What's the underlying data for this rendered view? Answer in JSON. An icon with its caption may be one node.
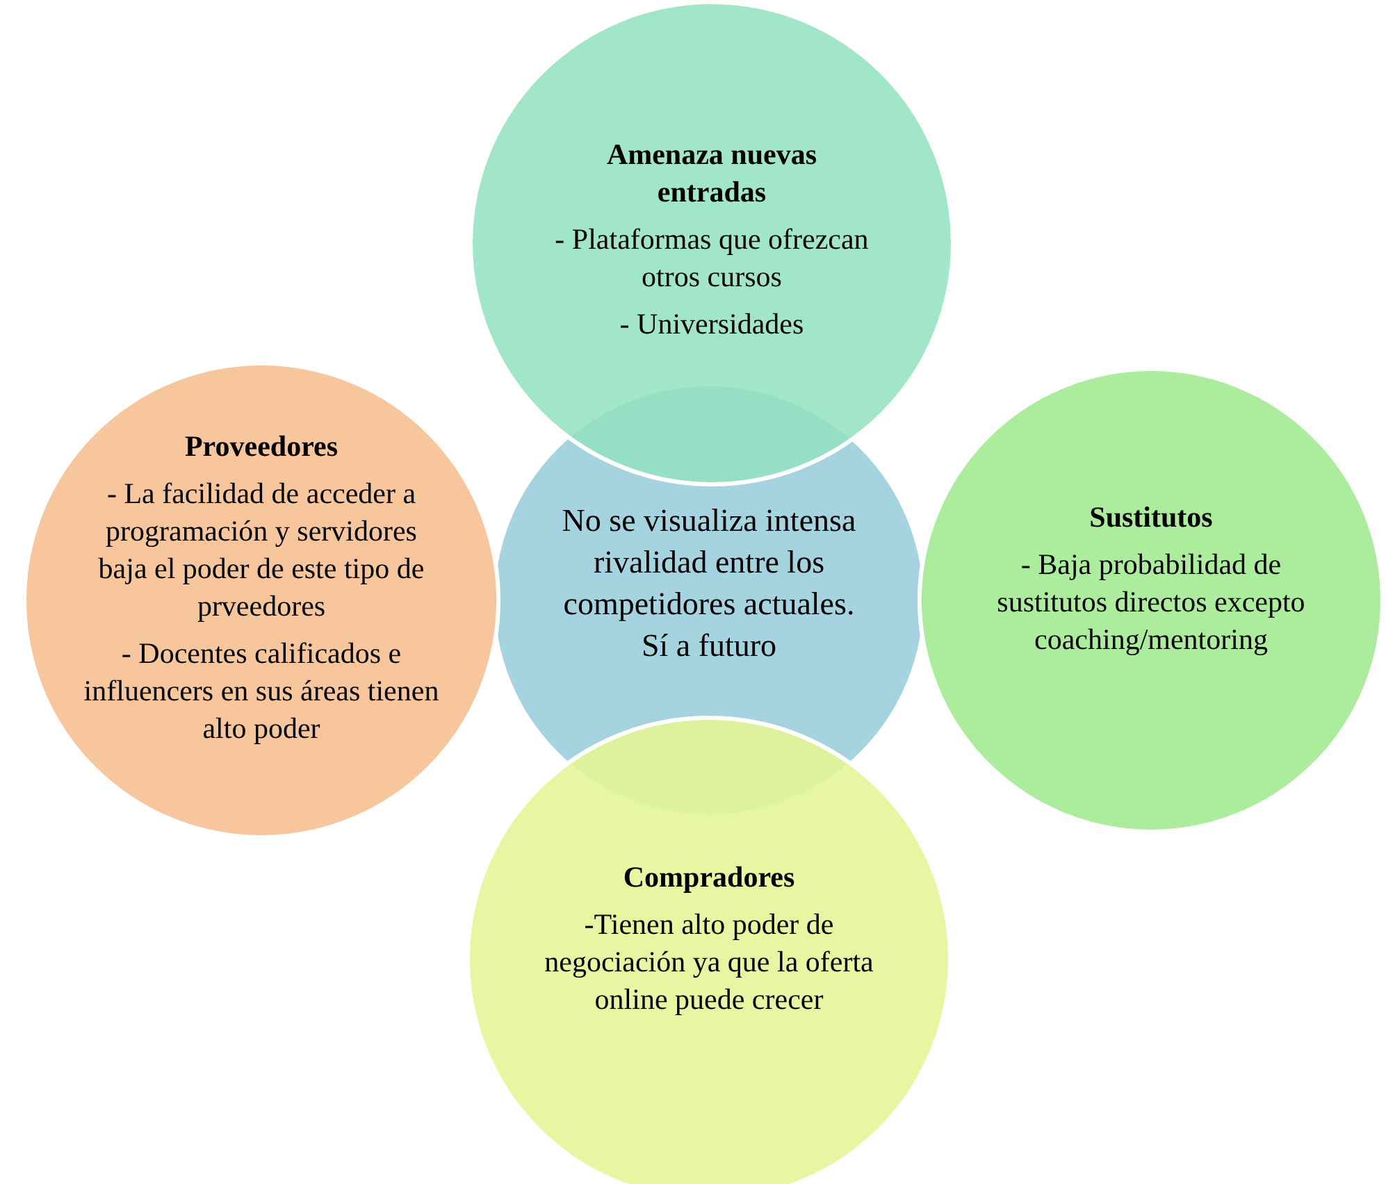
{
  "diagram": {
    "nodes": [
      {
        "text": [
          "Amenaza nuevas entradas",
          "- Plataformas que ofrezcan otros cursos",
          "- Universidades"
        ]
      },
      {
        "text": [
          "Proveedores",
          "- La facilidad de acceder a programación y servidores baja el poder de este tipo de prveedores",
          "- Docentes calificados e influencers en sus áreas tienen alto poder"
        ]
      },
      {
        "text": [
          "No se visualiza intensa rivalidad entre los competidores actuales. Sí a futuro"
        ]
      },
      {
        "text": [
          "Sustitutos",
          "- Baja probabilidad de sustitutos directos excepto coaching/mentoring"
        ]
      },
      {
        "text": [
          "Compradores",
          "-Tienen alto poder de negociación ya que la oferta online puede crecer"
        ]
      }
    ]
  }
}
